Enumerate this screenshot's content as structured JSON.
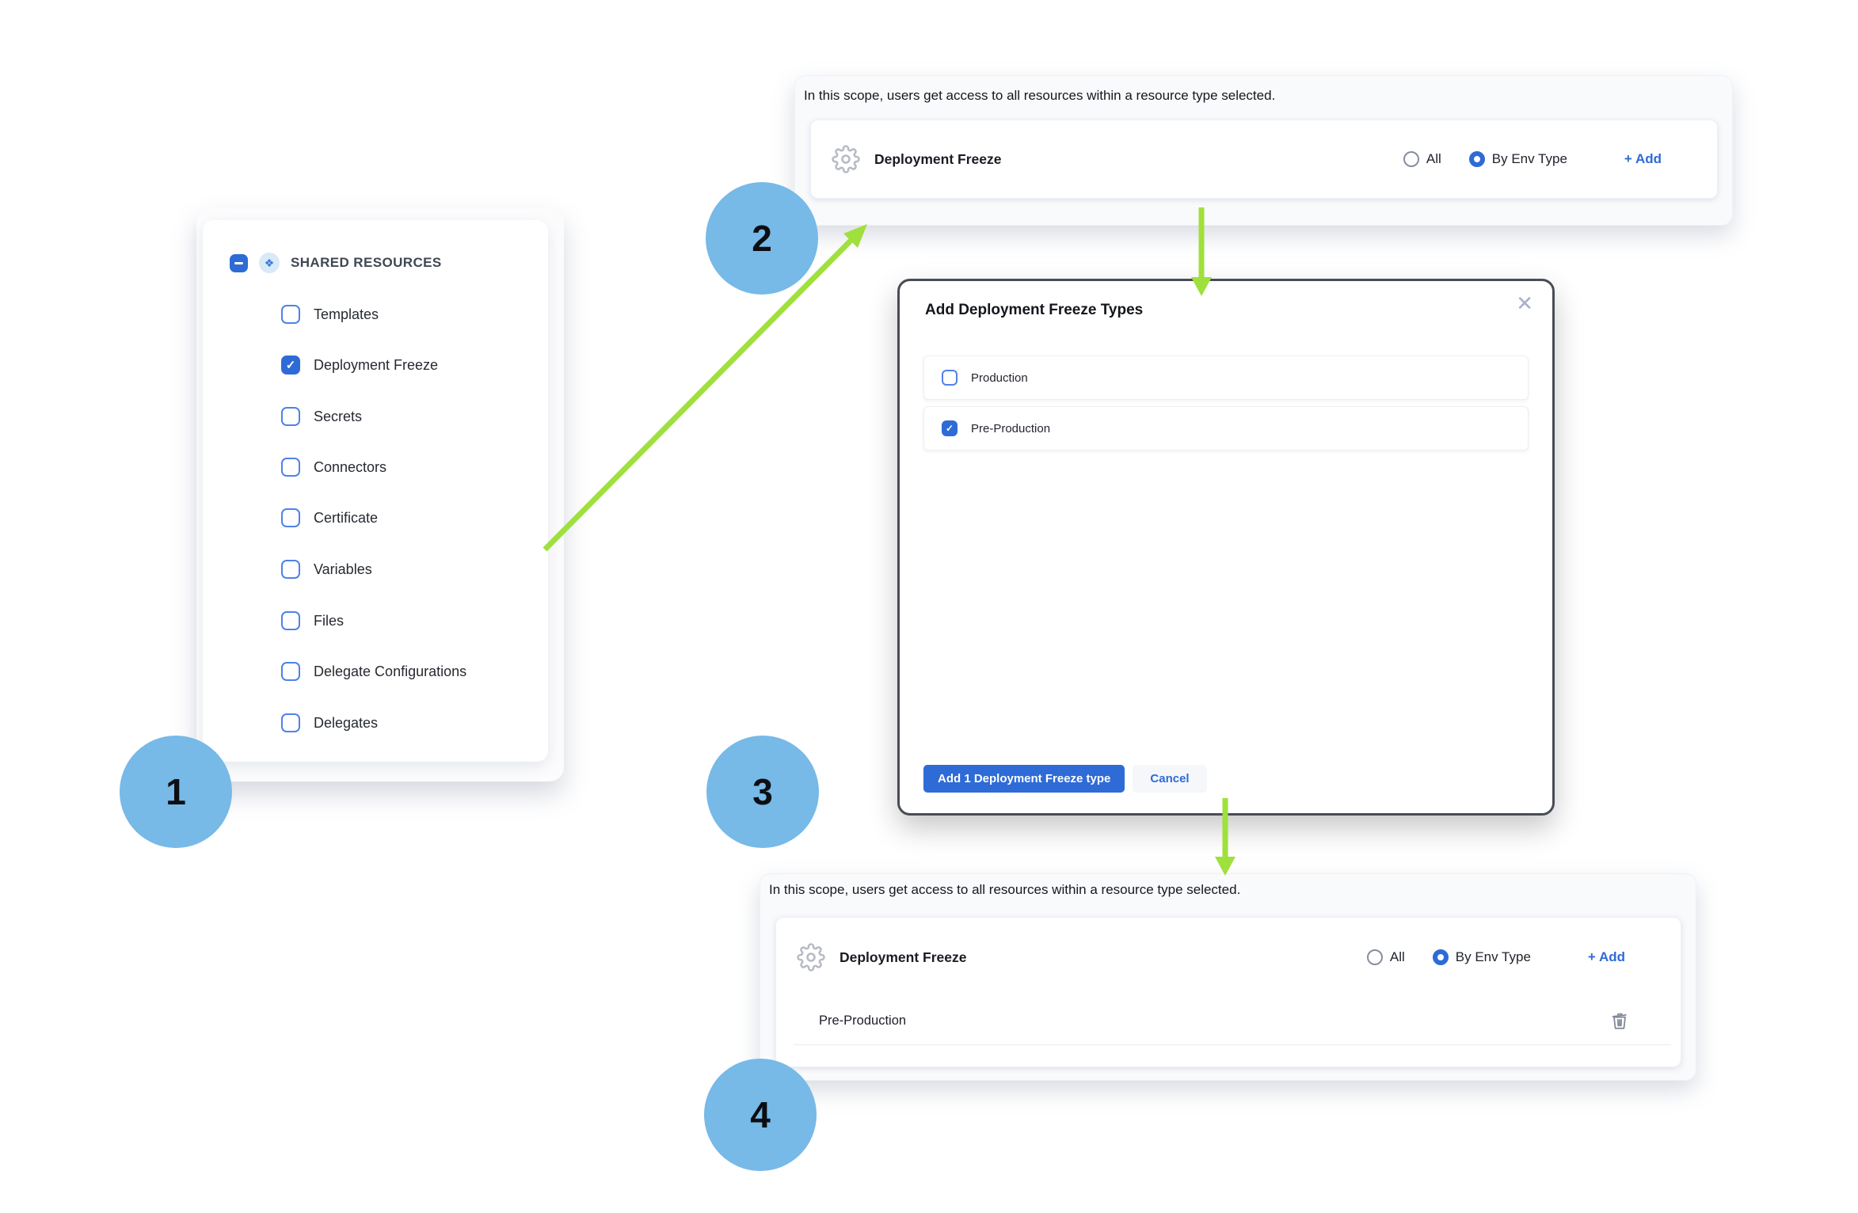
{
  "colors": {
    "accent_blue": "#2e6bd6",
    "step_circle_blue": "#77b9e7",
    "arrow_green": "#9fe03c",
    "modal_border": "#484c55"
  },
  "icons": {
    "tick": "✓",
    "close": "✕",
    "shared": "❖"
  },
  "steps": [
    "1",
    "2",
    "3",
    "4"
  ],
  "left_panel": {
    "group_label": "SHARED RESOURCES",
    "items": [
      {
        "label": "Templates",
        "checked": false
      },
      {
        "label": "Deployment Freeze",
        "checked": true
      },
      {
        "label": "Secrets",
        "checked": false
      },
      {
        "label": "Connectors",
        "checked": false
      },
      {
        "label": "Certificate",
        "checked": false
      },
      {
        "label": "Variables",
        "checked": false
      },
      {
        "label": "Files",
        "checked": false
      },
      {
        "label": "Delegate Configurations",
        "checked": false
      },
      {
        "label": "Delegates",
        "checked": false
      }
    ]
  },
  "scope_top": {
    "description": "In this scope, users get access to all resources within a resource type selected.",
    "resource": "Deployment Freeze",
    "all": "All",
    "by_env": "By Env Type",
    "add": "+ Add",
    "all_selected": false,
    "by_env_selected": true
  },
  "modal": {
    "title": "Add Deployment Freeze Types",
    "options": [
      {
        "label": "Production",
        "checked": false
      },
      {
        "label": "Pre-Production",
        "checked": true
      }
    ],
    "confirm": "Add 1 Deployment Freeze type",
    "cancel": "Cancel"
  },
  "scope_bottom": {
    "description": "In this scope, users get access to all resources within a resource type selected.",
    "resource": "Deployment Freeze",
    "all": "All",
    "by_env": "By Env Type",
    "add": "+ Add",
    "row_label": "Pre-Production"
  }
}
